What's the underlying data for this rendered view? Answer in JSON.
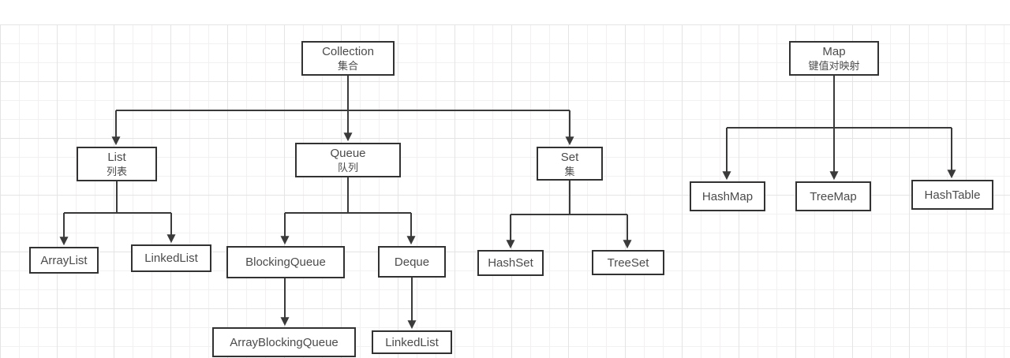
{
  "diagram": {
    "kind": "tree-hierarchy",
    "colors": {
      "line": "#3a3a3a",
      "box_border": "#323232",
      "box_background": "#ffffff",
      "text": "#4b4b4b",
      "grid_minor": "#f2f0f0",
      "grid_major": "#e5e4e4",
      "page_background": "#ffffff"
    }
  },
  "nodes": {
    "collection": {
      "label": "Collection",
      "sublabel": "集合"
    },
    "map": {
      "label": "Map",
      "sublabel": "键值对映射"
    },
    "list": {
      "label": "List",
      "sublabel": "列表"
    },
    "queue": {
      "label": "Queue",
      "sublabel": "队列"
    },
    "set": {
      "label": "Set",
      "sublabel": "集"
    },
    "arraylist": {
      "label": "ArrayList"
    },
    "linkedlist": {
      "label": "LinkedList"
    },
    "blockingqueue": {
      "label": "BlockingQueue"
    },
    "deque": {
      "label": "Deque"
    },
    "hashset": {
      "label": "HashSet"
    },
    "treeset": {
      "label": "TreeSet"
    },
    "hashmap": {
      "label": "HashMap"
    },
    "treemap": {
      "label": "TreeMap"
    },
    "hashtable": {
      "label": "HashTable"
    },
    "arrayblockingqueue": {
      "label": "ArrayBlockingQueue"
    },
    "linkedlist2": {
      "label": "LinkedList"
    }
  },
  "edges": [
    {
      "from": "Collection",
      "to": "List"
    },
    {
      "from": "Collection",
      "to": "Queue"
    },
    {
      "from": "Collection",
      "to": "Set"
    },
    {
      "from": "List",
      "to": "ArrayList"
    },
    {
      "from": "List",
      "to": "LinkedList"
    },
    {
      "from": "Queue",
      "to": "BlockingQueue"
    },
    {
      "from": "Queue",
      "to": "Deque"
    },
    {
      "from": "BlockingQueue",
      "to": "ArrayBlockingQueue"
    },
    {
      "from": "Deque",
      "to": "LinkedList"
    },
    {
      "from": "Set",
      "to": "HashSet"
    },
    {
      "from": "Set",
      "to": "TreeSet"
    },
    {
      "from": "Map",
      "to": "HashMap"
    },
    {
      "from": "Map",
      "to": "TreeMap"
    },
    {
      "from": "Map",
      "to": "HashTable"
    }
  ]
}
